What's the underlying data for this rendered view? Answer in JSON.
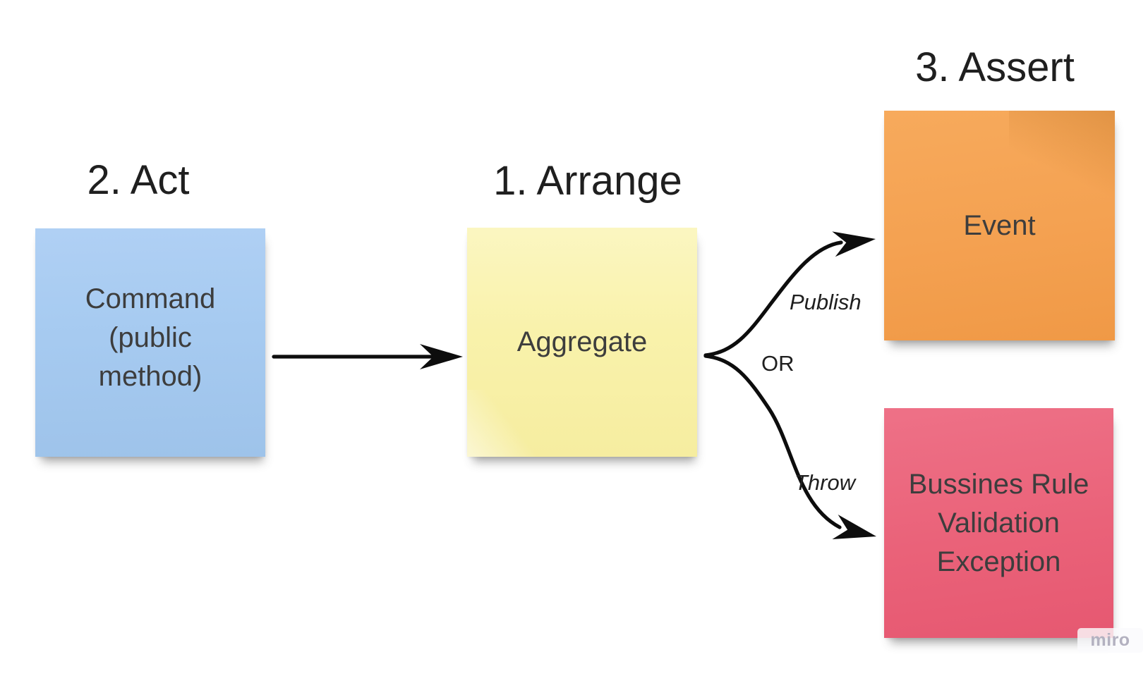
{
  "board": {
    "headings": {
      "arrange": "1. Arrange",
      "act": "2. Act",
      "assert": "3. Assert"
    },
    "notes": {
      "command": {
        "text": "Command (public method)",
        "color": "#a7cbf1"
      },
      "aggregate": {
        "text": "Aggregate",
        "color": "#f9f2ab"
      },
      "event": {
        "text": "Event",
        "color": "#f4a151"
      },
      "exception": {
        "text": "Bussines Rule Validation Exception",
        "color": "#ea6279"
      }
    },
    "connector_labels": {
      "publish": "Publish",
      "or": "OR",
      "throw": "Throw"
    },
    "connector_color": "#0d0d0d",
    "watermark": "miro"
  }
}
